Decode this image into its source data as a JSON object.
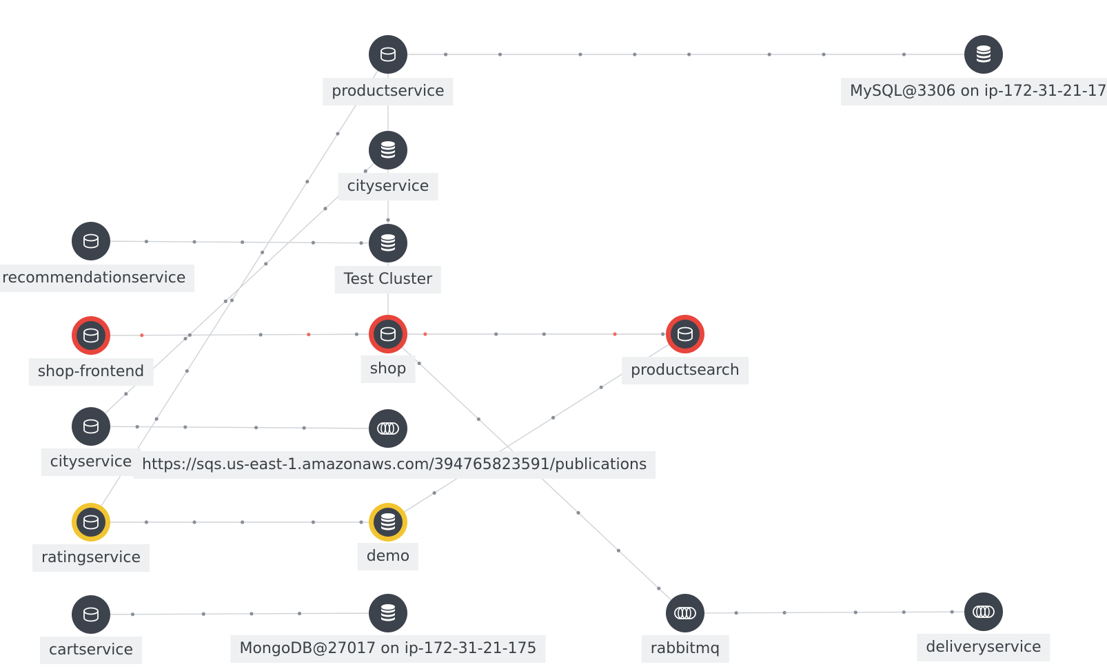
{
  "colors": {
    "node_fill": "#3d434c",
    "node_icon": "#ffffff",
    "status_critical": "#e8453c",
    "status_warning": "#f2c530",
    "edge": "#cfd3d7",
    "edge_dot": "#8a8f96",
    "edge_dot_error": "#f06b63"
  },
  "nodes": [
    {
      "id": "productservice",
      "label": "productservice",
      "icon": "database-icon",
      "status": "normal"
    },
    {
      "id": "mysql",
      "label": "MySQL@3306 on ip-172-31-21-17",
      "icon": "database-stack-icon",
      "status": "normal"
    },
    {
      "id": "cityservice_top",
      "label": "cityservice",
      "icon": "database-stack-icon",
      "status": "normal"
    },
    {
      "id": "recommendationservice",
      "label": "recommendationservice",
      "icon": "database-icon",
      "status": "normal"
    },
    {
      "id": "testcluster",
      "label": "Test Cluster",
      "icon": "database-stack-icon",
      "status": "normal"
    },
    {
      "id": "shop_frontend",
      "label": "shop-frontend",
      "icon": "database-icon",
      "status": "critical"
    },
    {
      "id": "shop",
      "label": "shop",
      "icon": "database-icon",
      "status": "critical"
    },
    {
      "id": "productsearch",
      "label": "productsearch",
      "icon": "database-icon",
      "status": "critical"
    },
    {
      "id": "cityservice_left",
      "label": "cityservice",
      "icon": "database-icon",
      "status": "normal"
    },
    {
      "id": "sqs",
      "label": "https://sqs.us-east-1.amazonaws.com/394765823591/publications",
      "icon": "queue-icon",
      "status": "normal"
    },
    {
      "id": "ratingservice",
      "label": "ratingservice",
      "icon": "database-icon",
      "status": "warning"
    },
    {
      "id": "demo",
      "label": "demo",
      "icon": "database-stack-icon",
      "status": "warning"
    },
    {
      "id": "cartservice",
      "label": "cartservice",
      "icon": "database-icon",
      "status": "normal"
    },
    {
      "id": "mongodb",
      "label": "MongoDB@27017 on ip-172-31-21-175",
      "icon": "database-stack-icon",
      "status": "normal"
    },
    {
      "id": "rabbitmq",
      "label": "rabbitmq",
      "icon": "queue-icon",
      "status": "normal"
    },
    {
      "id": "deliveryservice",
      "label": "deliveryservice",
      "icon": "queue-icon",
      "status": "normal"
    }
  ],
  "edges": [
    {
      "from": "productservice",
      "to": "mysql"
    },
    {
      "from": "productservice",
      "to": "cityservice_top"
    },
    {
      "from": "cityservice_top",
      "to": "testcluster"
    },
    {
      "from": "recommendationservice",
      "to": "testcluster"
    },
    {
      "from": "testcluster",
      "to": "shop"
    },
    {
      "from": "shop_frontend",
      "to": "shop",
      "error": true
    },
    {
      "from": "shop",
      "to": "productsearch",
      "error": true
    },
    {
      "from": "cityservice_left",
      "to": "sqs"
    },
    {
      "from": "ratingservice",
      "to": "demo"
    },
    {
      "from": "cartservice",
      "to": "mongodb"
    },
    {
      "from": "rabbitmq",
      "to": "deliveryservice"
    },
    {
      "from": "shop",
      "to": "rabbitmq"
    },
    {
      "from": "demo",
      "to": "productsearch"
    },
    {
      "from": "ratingservice",
      "to": "productservice"
    },
    {
      "from": "cityservice_left",
      "to": "cityservice_top"
    }
  ]
}
